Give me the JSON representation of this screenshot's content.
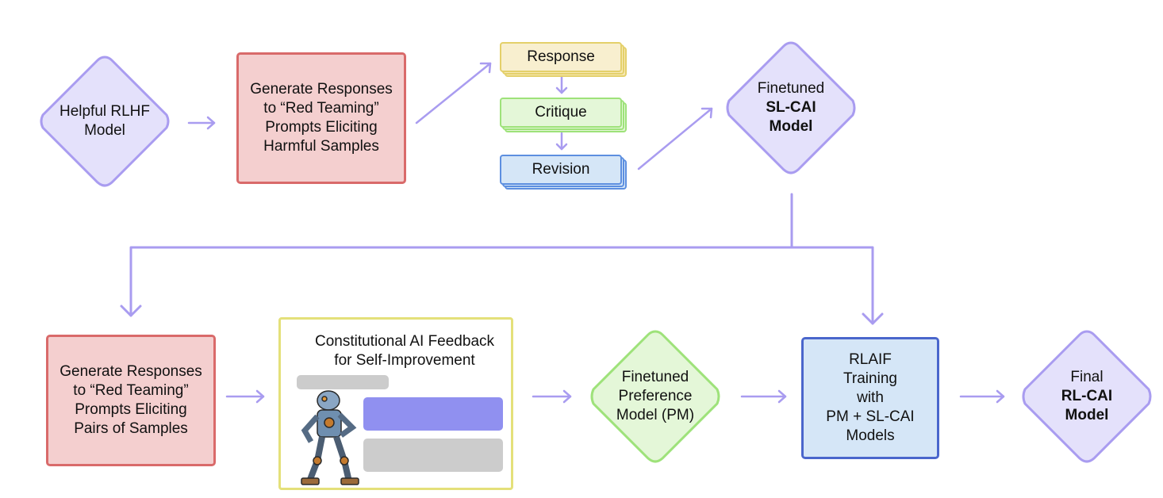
{
  "colors": {
    "arrow": "#a99cf0",
    "diamond_fill": "#e4e1fb",
    "diamond_stroke": "#a99cf0",
    "green_fill": "#e4f7d8",
    "green_stroke": "#9ee27a",
    "red_fill": "#f4cfcf",
    "red_stroke": "#d96a6a",
    "blue_fill": "#d5e6f7",
    "blue_stroke": "#4a66cc",
    "purple_bubble": "#9090f0",
    "gray_bubble": "#cccccc"
  },
  "stage1": {
    "helpful_model": [
      "Helpful RLHF",
      "Model"
    ],
    "generate_box": [
      "Generate Responses",
      "to “Red Teaming”",
      "Prompts Eliciting",
      "Harmful Samples"
    ],
    "response_label": "Response",
    "critique_label": "Critique",
    "revision_label": "Revision",
    "sl_cai_model": {
      "line1": "Finetuned",
      "line2": "SL-CAI",
      "line3": "Model"
    }
  },
  "stage2": {
    "generate_box": [
      "Generate Responses",
      "to “Red Teaming”",
      "Prompts Eliciting",
      "Pairs of Samples"
    ],
    "feedback_title": [
      "Constitutional AI Feedback",
      "for Self-Improvement"
    ],
    "pm_model": [
      "Finetuned",
      "Preference",
      "Model (PM)"
    ],
    "rlaif_box": [
      "RLAIF",
      "Training",
      "with",
      "PM + SL-CAI",
      "Models"
    ],
    "final_model": {
      "line1": "Final",
      "line2": "RL-CAI",
      "line3": "Model"
    }
  }
}
